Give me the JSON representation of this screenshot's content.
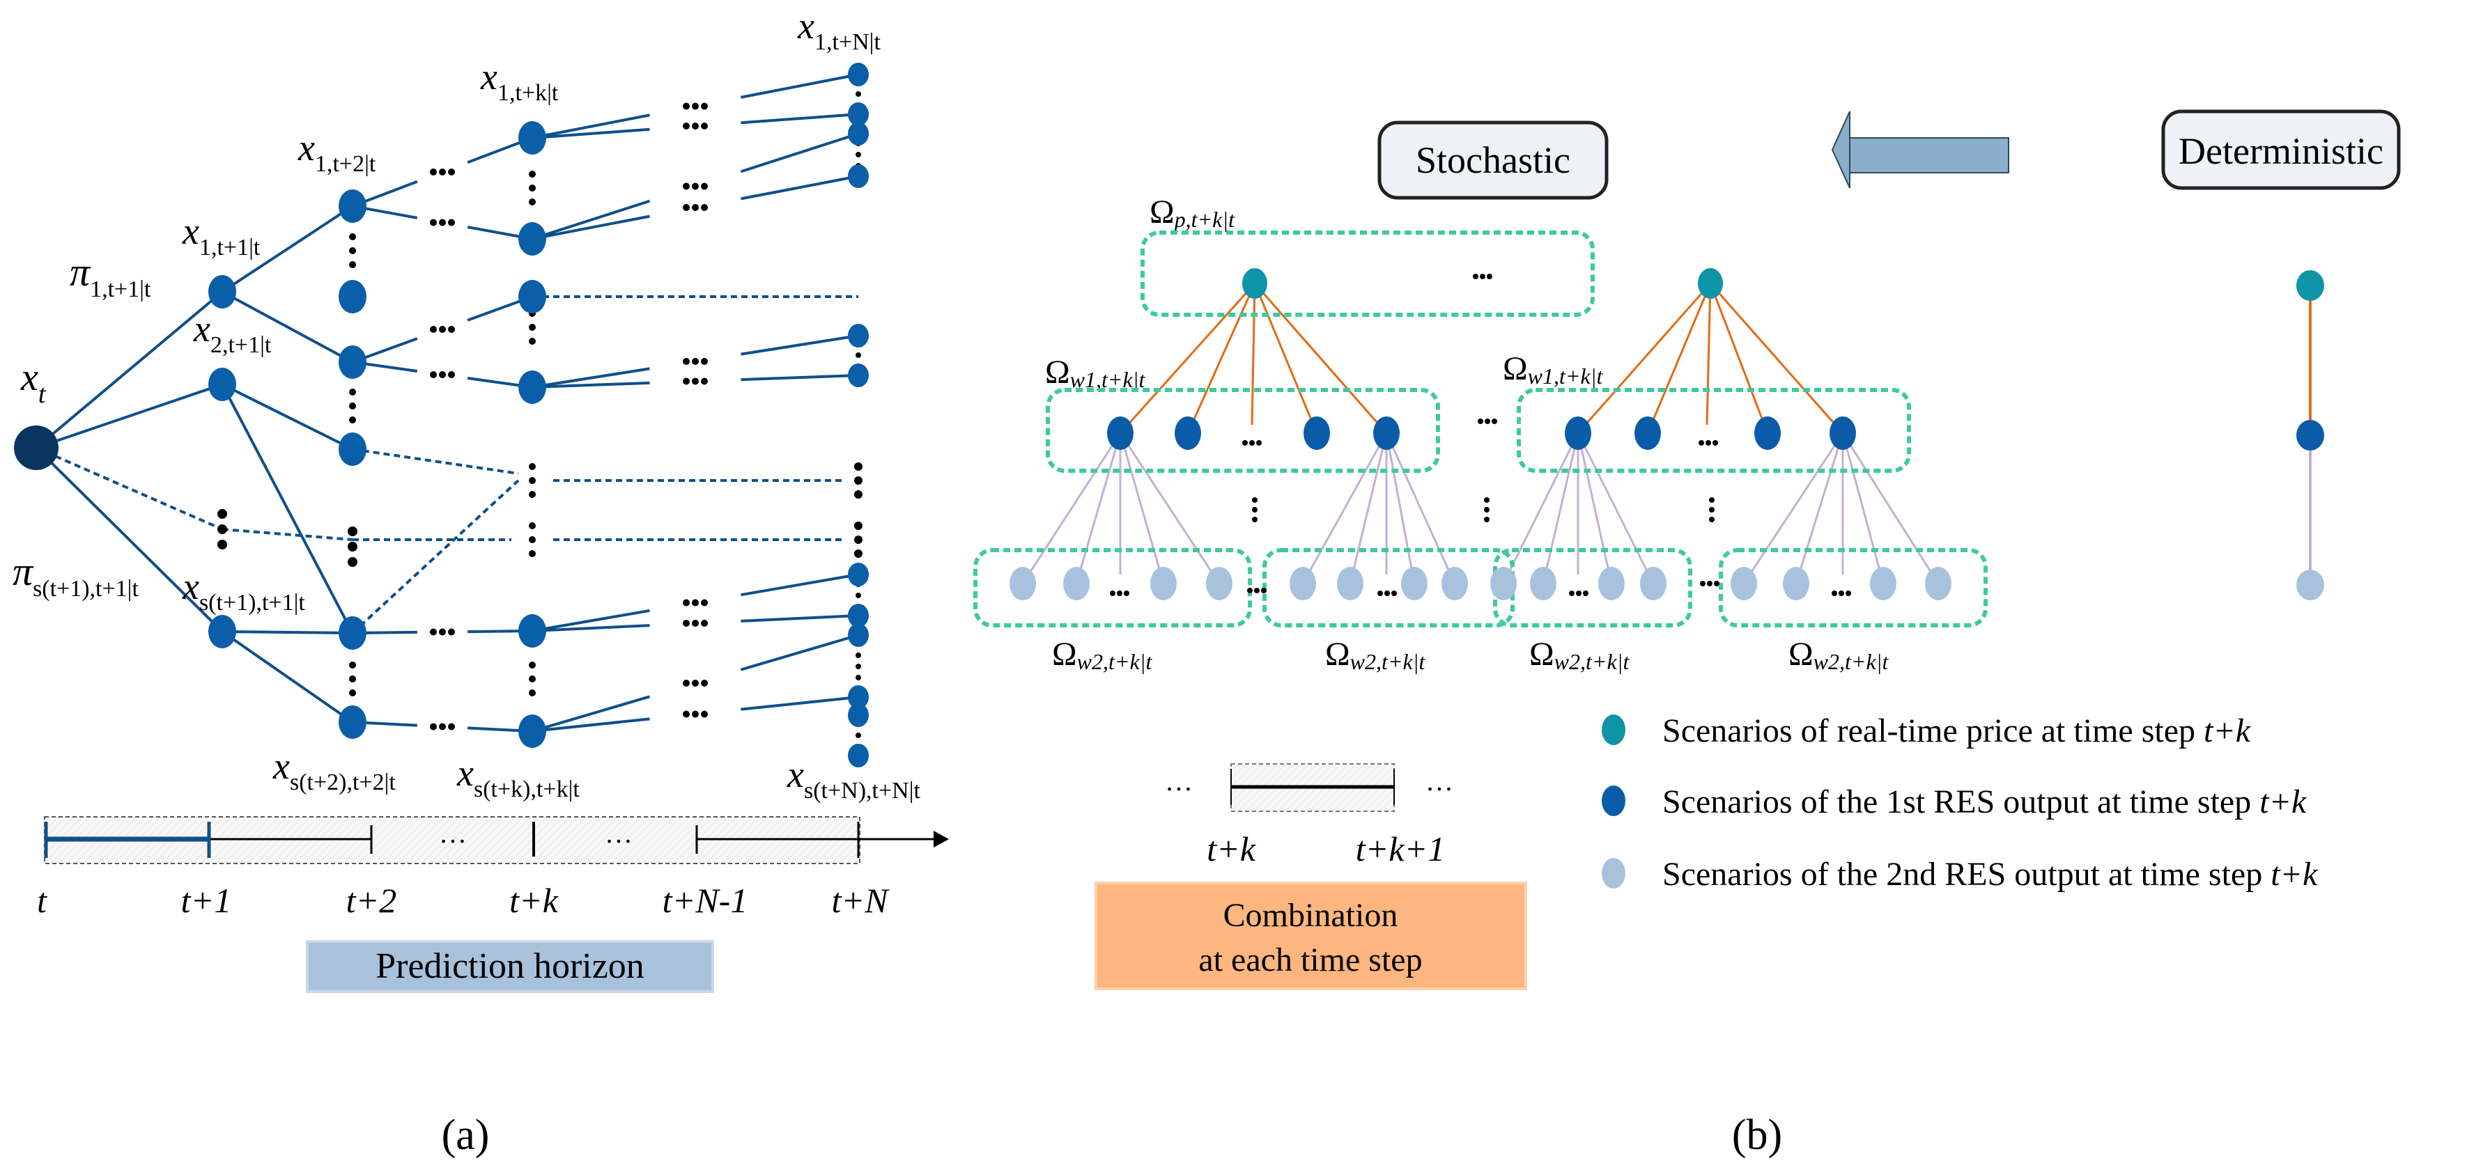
{
  "colors": {
    "tree_node": "#0b5ea8",
    "root_node": "#0a3560",
    "tree_edge": "#0e4f8a",
    "price_node": "#0e93a7",
    "res1_node": "#0b5ca8",
    "res2_node": "#a8c2de",
    "price_edge": "#e36b14",
    "res_edge": "#c3b0d4",
    "group_border": "#3ec9a0",
    "horizon_box": "#a9c2dc",
    "combination_box": "#fdb680",
    "arrow_fill": "#8aaecb",
    "label_box_fill": "#eef1f5"
  },
  "panel_a": {
    "caption": "(a)",
    "root_label": {
      "base": "x",
      "sub": "t"
    },
    "node_labels": [
      {
        "base": "x",
        "sub": "1,t+1|t"
      },
      {
        "base": "x",
        "sub": "2,t+1|t"
      },
      {
        "base": "x",
        "sub": "1,t+2|t"
      },
      {
        "base": "x",
        "sub": "1,t+k|t"
      },
      {
        "base": "x",
        "sub": "1,t+N|t"
      },
      {
        "base": "x",
        "sub": "s(t+1),t+1|t"
      },
      {
        "base": "x",
        "sub": "s(t+2),t+2|t"
      },
      {
        "base": "x",
        "sub": "s(t+k),t+k|t"
      },
      {
        "base": "x",
        "sub": "s(t+N),t+N|t"
      }
    ],
    "prob_labels": [
      {
        "base": "π",
        "sub": "1,t+1|t"
      },
      {
        "base": "π",
        "sub": "s(t+1),t+1|t"
      }
    ],
    "ellipsis": "…",
    "timeline_ticks": [
      "t",
      "t+1",
      "t+2",
      "t+k",
      "t+N-1",
      "t+N"
    ],
    "timeline_ellipses": [
      "…",
      "…"
    ],
    "horizon_label": "Prediction horizon"
  },
  "panel_b": {
    "caption": "(b)",
    "stochastic_label": "Stochastic",
    "deterministic_label": "Deterministic",
    "omega_p": {
      "base": "Ω",
      "sub": "p,t+k|t"
    },
    "omega_w1": {
      "base": "Ω",
      "sub": "w1,t+k|t"
    },
    "omega_w2": {
      "base": "Ω",
      "sub": "w2,t+k|t"
    },
    "ellipsis": "…",
    "timestep": {
      "left": "t+k",
      "right": "t+k+1",
      "ellipsis": "…"
    },
    "combination_label_line1": "Combination",
    "combination_label_line2": "at each time step",
    "legend": [
      {
        "text": "Scenarios of real-time price at time step ",
        "var": "t+k",
        "color_key": "price_node"
      },
      {
        "text": "Scenarios of the 1st RES output at time step ",
        "var": "t+k",
        "color_key": "res1_node"
      },
      {
        "text": "Scenarios of the 2nd RES output at time step ",
        "var": "t+k",
        "color_key": "res2_node"
      }
    ]
  }
}
